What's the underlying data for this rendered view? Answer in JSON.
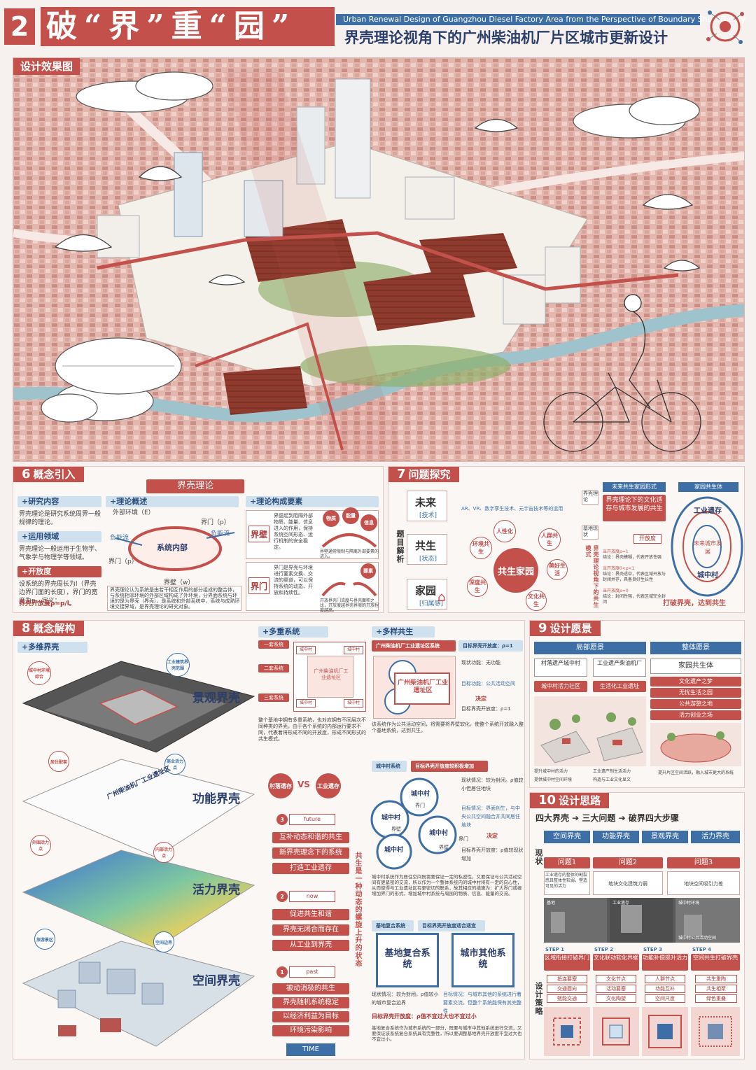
{
  "header": {
    "number": "2",
    "title": "破“界”重“园”",
    "subtitle_en": "Urban Renewal Design of Guangzhou Diesel Factory Area from the Perspective of Boundary Shell Theory",
    "subtitle_cn": "界壳理论视角下的广州柴油机厂片区城市更新设计"
  },
  "hero": {
    "label": "设计效果图"
  },
  "concept": {
    "head_num": "6",
    "head": "概念引入",
    "center_title": "界壳理论",
    "research_tag": "+研究内容",
    "research_text": "界壳理论是研究系统周界一般规律的理论。",
    "application_tag": "+运用领域",
    "application_text": "界壳理论一般运用于生物学、气象学与物理学等领域。",
    "openness_tag": "+开放度",
    "openness_text": "设系统的界壳周长为l（界壳边界门面的长度），界门的宽度为p。定义：",
    "openness_formula": "界壳开放度ρ=p/l。",
    "overview_tag": "+理论概述",
    "env_label": "外部环境（E）",
    "door_label_right": "界门（p）",
    "door_label_left": "界门（p）",
    "system_label": "系统内部",
    "wall_label": "界壁（w）",
    "in_label": "负能流",
    "out_label": "负能流",
    "overview_text": "界壳理论认为系统是由若干相互作用的部分组成的整合体，与系统相邻环境的外部区域构成了外环境，分界面系统与环境的是为界壳（界壳），是系统和外部系统中，系统与成熟环境交接界域，是界壳理论的研究对象。",
    "elements_tag": "+理论构成要素",
    "wall_term": "界壁",
    "wall_desc": "界壁起到阻隔外部物质、能量、信息进入的作用，保持系统空间形态、运行机制的安全稳定。",
    "wall_note": "界壁通常限制与隔离外部要素的进入。",
    "door_term": "界门",
    "door_desc": "界门是界壳与环境进行要素交换、交流的渠道，可以保持系统的动态、开放和持续性。",
    "door_note": "开放界壳门流度与界壳面积之比，开放度越界壳界限的开放程度越高。",
    "bubble_labels": [
      "物质",
      "能量",
      "信息",
      "要素"
    ]
  },
  "problem": {
    "head_num": "7",
    "head": "问题探究",
    "side_label": "题目解析",
    "future_title": "未来",
    "future_sub": "[技术]",
    "future_note": "AR、VR、数字孪生技术、元宇宙技术等的运用",
    "cosym_title": "共生",
    "cosym_sub": "[状态]",
    "home_title": "家园",
    "home_sub": "[归属感]",
    "center_bubble": "共生家园",
    "bubbles": [
      "人性化",
      "人群共生",
      "环境共生",
      "美好生活",
      "文化共生",
      "深度共生"
    ],
    "theory_label": "界壳理论",
    "status_label": "基地现状",
    "vertical_label": "界壳理论视角下的共生模式",
    "right_box_title": "未来共生家园形式",
    "right_box_text": "界壳理论下的文化适存与城市发展的共生",
    "openness_label": "开放度",
    "rho_notes": [
      "当开放度ρ=1",
      "结论：界壳模糊，代表开放性强",
      "当开放度0<ρ<1",
      "结论：界壳适中，代表区域开放与封闭并存，具备良好生长性",
      "当开放度ρ=0",
      "结论：封闭性强，代表区域完全封闭"
    ],
    "ellipse_title": "家园共生体",
    "ellipse_outer": "工业遗存",
    "ellipse_mid": "未来城市发展",
    "ellipse_inner": "城中村",
    "footer": "打破界壳，达到共生"
  },
  "deconstruct": {
    "head_num": "8",
    "head": "概念解构",
    "multi_tag": "+多维界壳",
    "layers": [
      "景观界壳",
      "功能界壳",
      "活力界壳",
      "空间界壳"
    ],
    "layer_notes": [
      "工业建筑界壳范围",
      "城中村环境综合",
      "居住配套",
      "商业活力点",
      "外围活力点",
      "内部活力点",
      "旅游景区",
      "空间边界",
      "功能界壳",
      "广州柴油机厂工业遗址区"
    ],
    "multi_system_tag": "+多重系统",
    "system_labels": [
      "一套系统",
      "二套系统",
      "三套系统",
      "城中村",
      "城中村",
      "城中村",
      "城中村",
      "广州柴油机厂工业遗址区"
    ],
    "system_note": "整个基地中拥有多重系统，也对应拥有不同层次不同种类的界壳，由于各个系统的内部运行要求不同，代表着将形成不同的开放度，形成不同形式的共生模式。",
    "vs_left": "村落遗存",
    "vs_mid": "VS",
    "vs_right": "工业遗存",
    "timeline": [
      {
        "label": "future",
        "num": "3",
        "items": [
          "互补动态和谐的共生",
          "新界壳理念下的系统",
          "打造工业遗存"
        ]
      },
      {
        "label": "now",
        "num": "2",
        "items": [
          "促进共生和谐",
          "界壳无闭合而存在",
          "从工业到界壳"
        ]
      },
      {
        "label": "past",
        "num": "1",
        "items": [
          "被动消极的共生",
          "界壳随机系统稳定",
          "以经济利益为目标",
          "环境污染影响"
        ]
      }
    ],
    "time_label": "TIME",
    "vertical_text": "共生是一种动态的螺旋上升的状态",
    "multi_coexist_tag": "+多样共生",
    "sys1_tag": "广州柴油机厂工业遗址区系统",
    "sys1_target": "目标界壳开放度：ρ=1",
    "sys1_center": "广州柴油机厂工业遗址区",
    "sys1_status": "现状功能：无功能",
    "sys1_goal": "目标功能：公共活动空间",
    "sys1_decide": "决定",
    "sys1_rho": "目标界壳开放度：ρ=1",
    "sys1_note": "该系统作为公共活动空间，将需要将界壁软化，使整个系统开放融入整个基地系统，达到共生。",
    "sys2_tag": "城中村系统",
    "sys2_target": "目标界壳开放度较积极增加",
    "sys2_status": "现状情况：较为封闭。ρ值较小但居住地块",
    "sys2_goal": "目标情况：界面创生，与中央公共空间融合并共同居住地块",
    "sys2_decide": "决定",
    "sys2_rho": "目标界壳开放度：ρ值较现状增加",
    "sys2_labels": [
      "城中村",
      "城中村",
      "城中村",
      "城中村",
      "界门",
      "界壁",
      "界门",
      "界壁"
    ],
    "sys2_note": "城中村系统作为居住空间既需要保证一定的私密性，又要保证与公共活动空间有更紧密的交流，所以作为一个整体系统内的城中村将有一定的向心性，从而使得与工业遗址区有更密切的联系，故其相应的措施为：扩大界门或者增加界门的形式，增加城中村系统与周围的物质、信息、能量的交流。",
    "sys3_tag": "基地复合系统",
    "sys3_target": "目标界壳开放度适合适宜",
    "sys3_left": "基地复合系统",
    "sys3_right": "城市其他系统",
    "sys3_status": "现状情况：较为封闭，ρ值较小的城市复合边界",
    "sys3_goal": "目标情况：与城市其他的系统进行着要素交流，但整个系统能保有其完整性",
    "sys3_rho": "目标界壳开放度：ρ值不宜过大也不宜过小",
    "sys3_note": "基地复合系统作为城市系统的一部分，既要与城市中其他系统进行交流，又要保证该系统复合系统具有完整性，所以要调整基地界壳开放度不宜过大也不宜过小。"
  },
  "vision": {
    "head_num": "9",
    "head": "设计愿景",
    "local_title": "局部愿景",
    "local_items": [
      "村落遗产城中村",
      "工业遗产柴油机厂"
    ],
    "local_goals": [
      "城中村活力社区",
      "生活化工业遗址"
    ],
    "local_captions": [
      "提升城中村的活力",
      "提供城中村空间环境",
      "工业遗产制生活活力",
      "构造与工业文化显文"
    ],
    "overall_title": "整体愿景",
    "overall_main": "家园共生体",
    "overall_items": [
      "文化遗产之梦",
      "无忧生活之园",
      "公共游憩之地",
      "活力创业之场"
    ],
    "overall_caption": "提升片区空间活跃，融入城市更大的系统"
  },
  "thinking": {
    "head_num": "10",
    "head": "设计思路",
    "flow": "四大界壳 ➔ 三大问题 ➔ 破界四大步骤",
    "status_label": "现状",
    "strategy_label": "设计策略",
    "shells": [
      "空间界壳",
      "功能界壳",
      "景观界壳",
      "活力界壳"
    ],
    "problems": [
      "问题1",
      "问题2",
      "问题3"
    ],
    "problem_details": [
      "工业遗存的整体的割裂感且整体性较弱，塑造可见的活力",
      "地块文化建筑力弱",
      "地块空间吸引力差"
    ],
    "photo_notes": [
      "基地",
      "工业遗存",
      "城中村环境",
      "城中村公共活动空间"
    ],
    "steps": [
      {
        "label": "STEP 1",
        "title": "区域衔接打破界门",
        "items": [
          "抵连要塞",
          "交通面向",
          "甄能交通"
        ]
      },
      {
        "label": "STEP 2",
        "title": "文化联动软化界壁",
        "items": [
          "文化节点",
          "活动要塞",
          "文化陶塑"
        ]
      },
      {
        "label": "STEP 3",
        "title": "功能补偿提升活力",
        "items": [
          "人群节点",
          "功能互补",
          "空间尺度"
        ]
      },
      {
        "label": "STEP 4",
        "title": "空间共生打破界壳",
        "items": [
          "共生重陶",
          "共生相聚",
          "绿色重叠"
        ]
      }
    ]
  }
}
